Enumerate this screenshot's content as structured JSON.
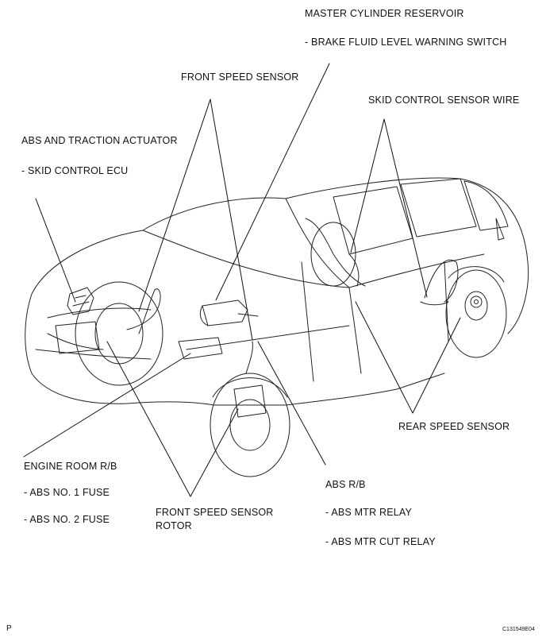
{
  "labels": {
    "master_cylinder_reservoir": "MASTER CYLINDER RESERVOIR",
    "brake_fluid_level_warning_switch": "- BRAKE FLUID LEVEL WARNING SWITCH",
    "front_speed_sensor": "FRONT SPEED SENSOR",
    "skid_control_sensor_wire": "SKID CONTROL SENSOR WIRE",
    "abs_traction_actuator": "ABS AND TRACTION ACTUATOR",
    "skid_control_ecu": "- SKID CONTROL ECU",
    "rear_speed_sensor": "REAR SPEED SENSOR",
    "engine_room_rb": "ENGINE ROOM R/B",
    "abs_no1_fuse": "- ABS NO. 1 FUSE",
    "abs_no2_fuse": "- ABS NO. 2 FUSE",
    "front_speed_sensor_rotor_line1": "FRONT SPEED SENSOR",
    "front_speed_sensor_rotor_line2": "ROTOR",
    "abs_rb": "ABS R/B",
    "abs_mtr_relay": "- ABS MTR RELAY",
    "abs_mtr_cut_relay": "- ABS MTR CUT RELAY"
  },
  "footer": {
    "page_marker": "P",
    "figure_code": "C131549E04"
  }
}
